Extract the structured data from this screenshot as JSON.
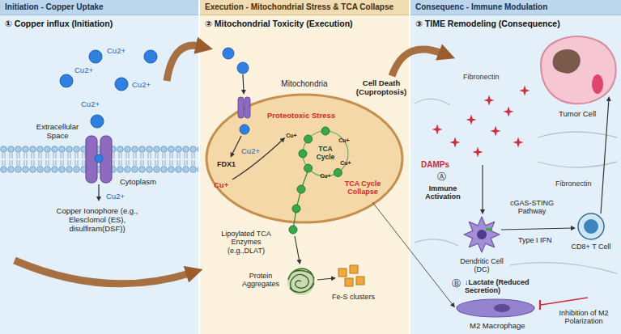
{
  "diagram": {
    "nodes": [
      {
        "text": [
          "Initiation - Copper Uptake",
          "① Copper influx (Initiation)"
        ]
      },
      {
        "text": [
          "Execution - Mitochondrial Stress & TCA Collapse",
          "② Mitochondrial Toxicity (Execution)"
        ]
      },
      {
        "text": [
          "Consequenc - Immune Modulation",
          "③ TIME Remodeling (Consequence)"
        ]
      },
      {
        "text": [
          "Mitochondria"
        ],
        "in": 1
      },
      {
        "text": [
          "FDX1"
        ],
        "in": 3
      },
      {
        "text": [
          "Cu+"
        ],
        "in": 3
      },
      {
        "text": [
          "Cu+"
        ],
        "in": 3
      },
      {
        "text": [
          "Cu+"
        ],
        "in": 3
      },
      {
        "text": [
          "Cu+"
        ],
        "in": 3
      }
    ],
    "labels": [
      "Cu2+",
      "Cu2+",
      "Cu2+",
      "Cu2+",
      "Extracellular Space",
      "Cytoplasm",
      "Cu2+",
      "Copper Ionophore (e.g., Elesclomol (ES), disulfiram(DSF))",
      "Cu2+",
      "Cu+",
      "Proteotoxic Stress",
      "TCA Cycle",
      "TCA Cycle Collapse",
      "Cell Death (Cuproptosis)",
      "Lipoylated TCA Enzymes (e.g.,DLAT)",
      "Protein Aggregates",
      "Fe-S clusters",
      "Fibronectin",
      "Tumor Cell",
      "DAMPs",
      "Ⓐ",
      "Immune Activation",
      "cGAS-STING Pathway",
      "Dendritic Cell (DC)",
      "Type I IFN",
      "CD8+ T Cell",
      "Fibronectin",
      "Ⓑ",
      "↓Lactate (Reduced Secretion)",
      "Inhibition of M2 Polarization",
      "M2 Macrophage"
    ]
  }
}
